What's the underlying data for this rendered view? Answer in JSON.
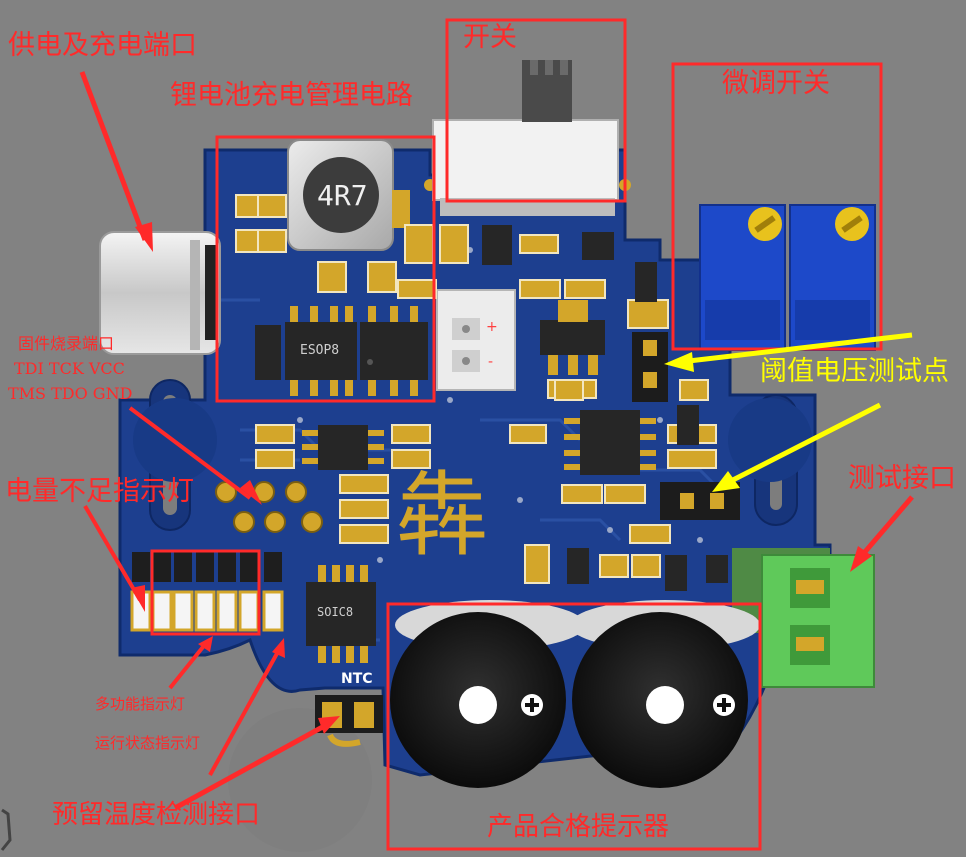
{
  "labels": {
    "power_port": "供电及充电端口",
    "charge_circuit": "锂电池充电管理电路",
    "switch": "开关",
    "trim_switch": "微调开关",
    "firmware_port": "固件烧录端口",
    "firmware_pins_1": "TDI TCK VCC",
    "firmware_pins_2": "TMS TDO GND",
    "threshold_test_point": "阈值电压测试点",
    "low_battery_led": "电量不足指示灯",
    "test_port": "测试接口",
    "multi_led": "多功能指示灯",
    "status_led": "运行状态指示灯",
    "temp_port": "预留温度检测接口",
    "pass_indicator": "产品合格提示器"
  },
  "silkscreen": {
    "inductor": "4R7",
    "chip1": "ESOP8",
    "chip2": "SOIC8",
    "ntc": "NTC",
    "logo": "犇",
    "plus": "+",
    "minus": "-"
  },
  "colors": {
    "pcb": "#1d3f8f",
    "pcb_dark": "#17357c",
    "annotation_red": "#ff2a2a",
    "annotation_yellow": "#ffff00",
    "pad_gold": "#d3a62a",
    "terminal_green": "#5fc95a",
    "trimmer_blue": "#1d49c9"
  }
}
